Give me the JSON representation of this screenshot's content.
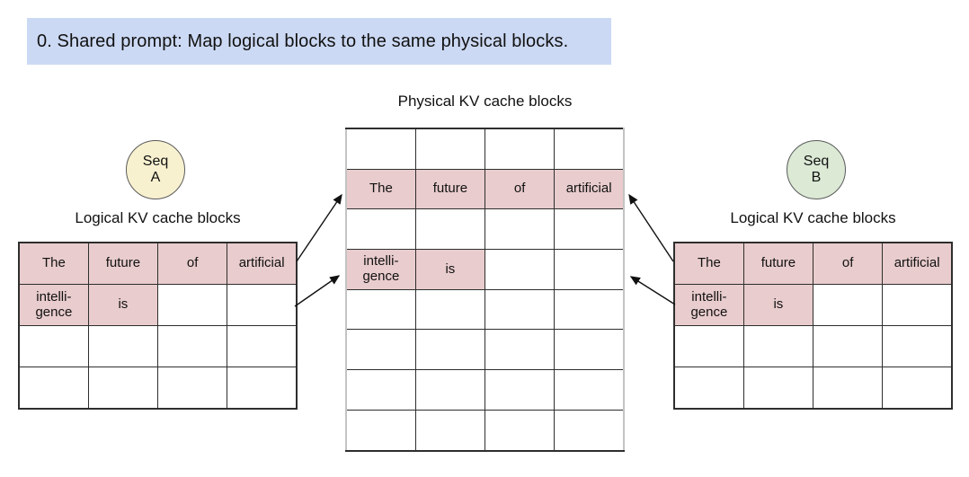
{
  "colors": {
    "header-bg": "#ccd9f4",
    "highlight": "#e9cccd",
    "seq-a-bg": "#f8f1d0",
    "seq-b-bg": "#dbe9d5",
    "text": "#111111"
  },
  "header": {
    "label": "0. Shared prompt: Map logical blocks to the same physical blocks."
  },
  "seq_a": {
    "line1": "Seq",
    "line2": "A"
  },
  "seq_b": {
    "line1": "Seq",
    "line2": "B"
  },
  "left_logical": {
    "title": "Logical KV cache blocks",
    "cells": [
      [
        "The",
        "future",
        "of",
        "artificial"
      ],
      [
        "intelli-\ngence",
        "is",
        "",
        ""
      ],
      [
        "",
        "",
        "",
        ""
      ],
      [
        "",
        "",
        "",
        ""
      ]
    ],
    "highlights": [
      [
        1,
        1,
        1,
        1
      ],
      [
        1,
        1,
        0,
        0
      ],
      [
        0,
        0,
        0,
        0
      ],
      [
        0,
        0,
        0,
        0
      ]
    ]
  },
  "physical": {
    "title": "Physical KV cache blocks",
    "cells": [
      [
        "",
        "",
        "",
        ""
      ],
      [
        "The",
        "future",
        "of",
        "artificial"
      ],
      [
        "",
        "",
        "",
        ""
      ],
      [
        "intelli-\ngence",
        "is",
        "",
        ""
      ],
      [
        "",
        "",
        "",
        ""
      ],
      [
        "",
        "",
        "",
        ""
      ],
      [
        "",
        "",
        "",
        ""
      ],
      [
        "",
        "",
        "",
        ""
      ]
    ],
    "highlights": [
      [
        0,
        0,
        0,
        0
      ],
      [
        1,
        1,
        1,
        1
      ],
      [
        0,
        0,
        0,
        0
      ],
      [
        1,
        1,
        0,
        0
      ],
      [
        0,
        0,
        0,
        0
      ],
      [
        0,
        0,
        0,
        0
      ],
      [
        0,
        0,
        0,
        0
      ],
      [
        0,
        0,
        0,
        0
      ]
    ]
  },
  "right_logical": {
    "title": "Logical KV cache blocks",
    "cells": [
      [
        "The",
        "future",
        "of",
        "artificial"
      ],
      [
        "intelli-\ngence",
        "is",
        "",
        ""
      ],
      [
        "",
        "",
        "",
        ""
      ],
      [
        "",
        "",
        "",
        ""
      ]
    ],
    "highlights": [
      [
        1,
        1,
        1,
        1
      ],
      [
        1,
        1,
        0,
        0
      ],
      [
        0,
        0,
        0,
        0
      ],
      [
        0,
        0,
        0,
        0
      ]
    ]
  }
}
